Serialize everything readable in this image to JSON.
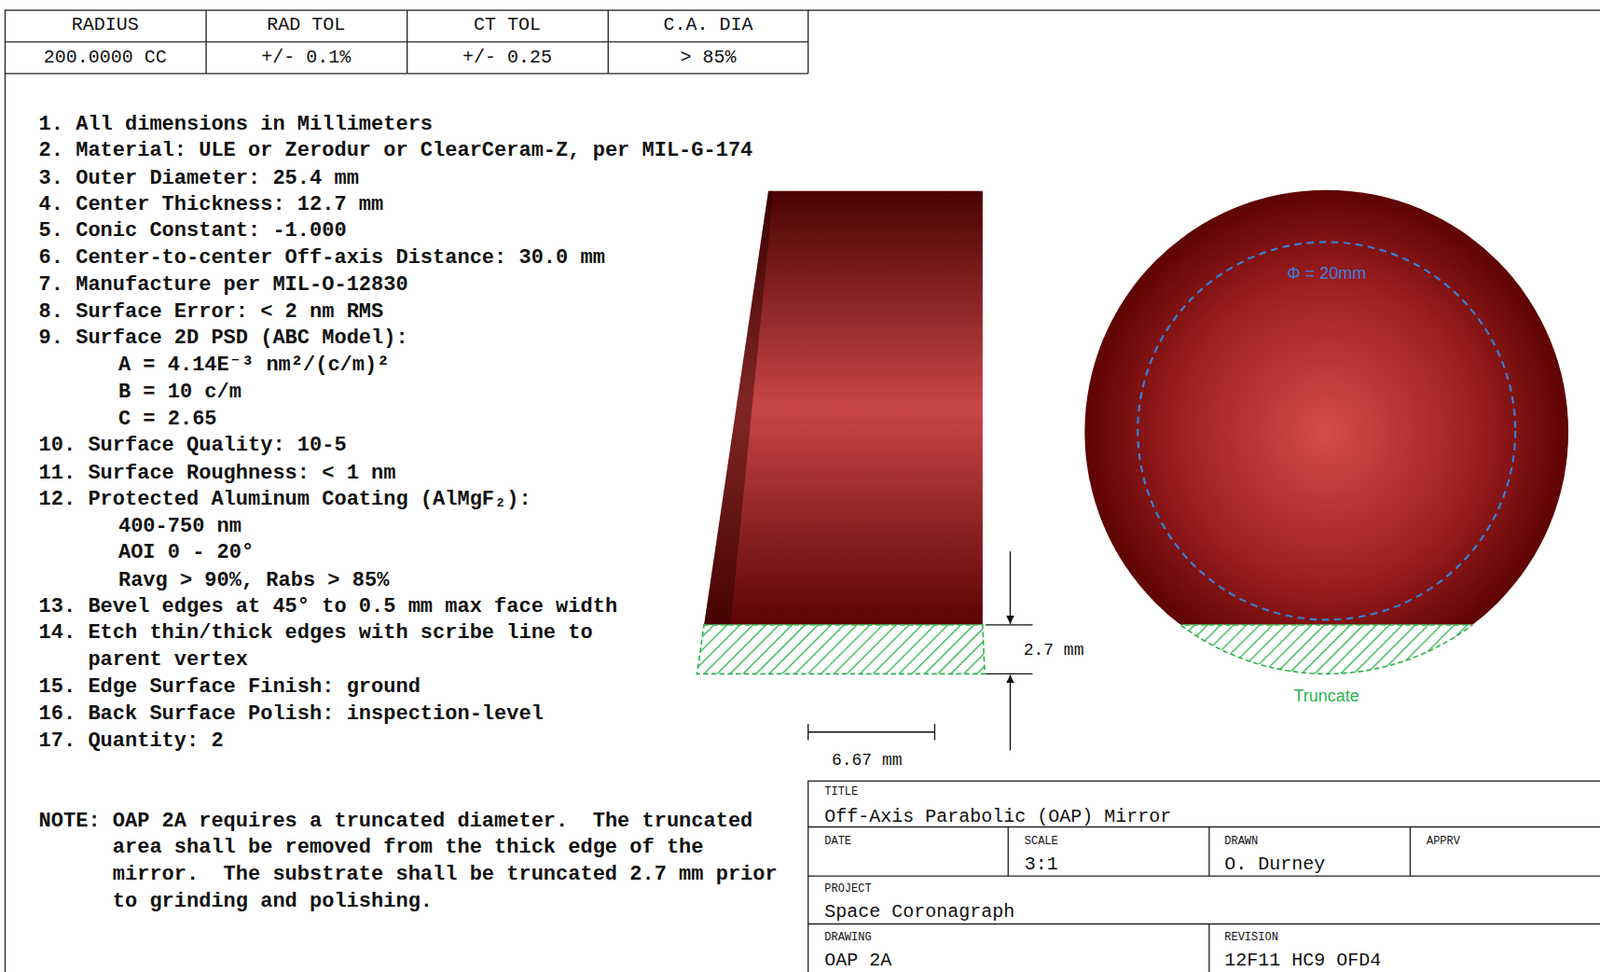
{
  "diagram": {
    "labels": [
      "RADIUS",
      "RAD TOL",
      "CT TOL",
      "C.A. DIA",
      "200.0000 CC",
      "+/- 0.1%",
      "+/- 0.25",
      "> 85%",
      "1. All dimensions in Millimeters",
      "2. Material: ULE or Zerodur or ClearCeram-Z, per MIL-G-174",
      "3. Outer Diameter: 25.4 mm",
      "4. Center Thickness: 12.7 mm",
      "5. Conic Constant: -1.000",
      "6. Center-to-center Off-axis Distance: 30.0 mm",
      "7. Manufacture per MIL-O-12830",
      "8. Surface Error: < 2 nm RMS",
      "9. Surface 2D PSD (ABC Model):",
      "A = 4.14E⁻³ nm²/(c/m)²",
      "B = 10 c/m",
      "C = 2.65",
      "10. Surface Quality: 10-5",
      "11. Surface Roughness: < 1 nm",
      "12. Protected Aluminum Coating (AlMgF₂):",
      "400-750 nm",
      "AOI 0 - 20°",
      "Ravg > 90%, Rabs > 85%",
      "13. Bevel edges at 45° to 0.5 mm max face width",
      "14. Etch thin/thick edges with scribe line to parent vertex",
      "15. Edge Surface Finish: ground",
      "16. Back Surface Polish: inspection-level",
      "17. Quantity: 2",
      "NOTE: OAP 2A requires a truncated diameter.  The truncated area shall be removed from the thick edge of the mirror.  The substrate shall be truncated 2.7 mm prior to grinding and polishing.",
      "2.7 mm",
      "6.67 mm",
      "Φ = 20mm",
      "Truncate",
      "TITLE",
      "Off-Axis Parabolic (OAP) Mirror",
      "DATE",
      "SCALE",
      "3:1",
      "DRAWN",
      "O. Durney",
      "APPRV",
      "PROJECT",
      "Space Coronagraph",
      "DRAWING",
      "OAP 2A",
      "REVISION",
      "12F11 HC9 OFD4"
    ]
  }
}
